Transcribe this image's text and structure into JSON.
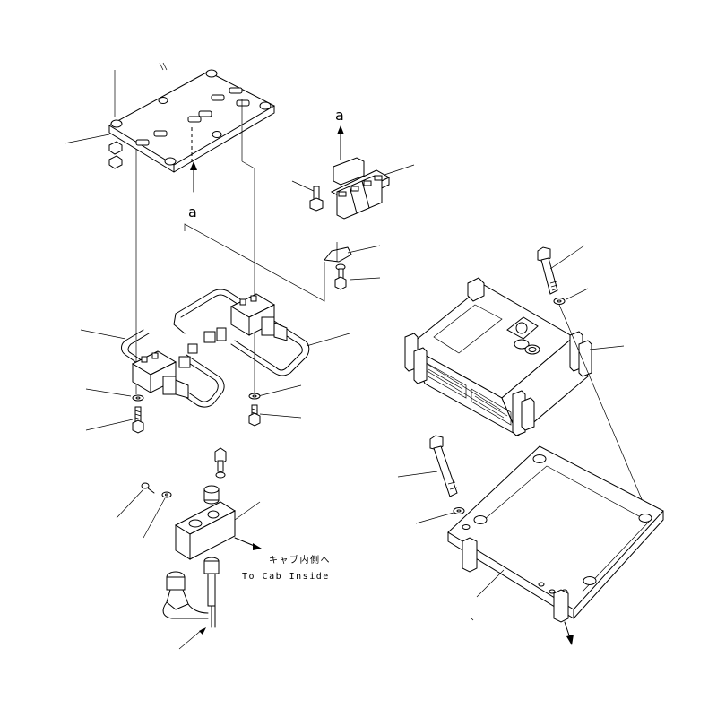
{
  "diagram": {
    "marker_a_top": "a",
    "marker_a_left": "a",
    "label_jp": "キャブ内側へ",
    "label_en": "To Cab Inside"
  }
}
